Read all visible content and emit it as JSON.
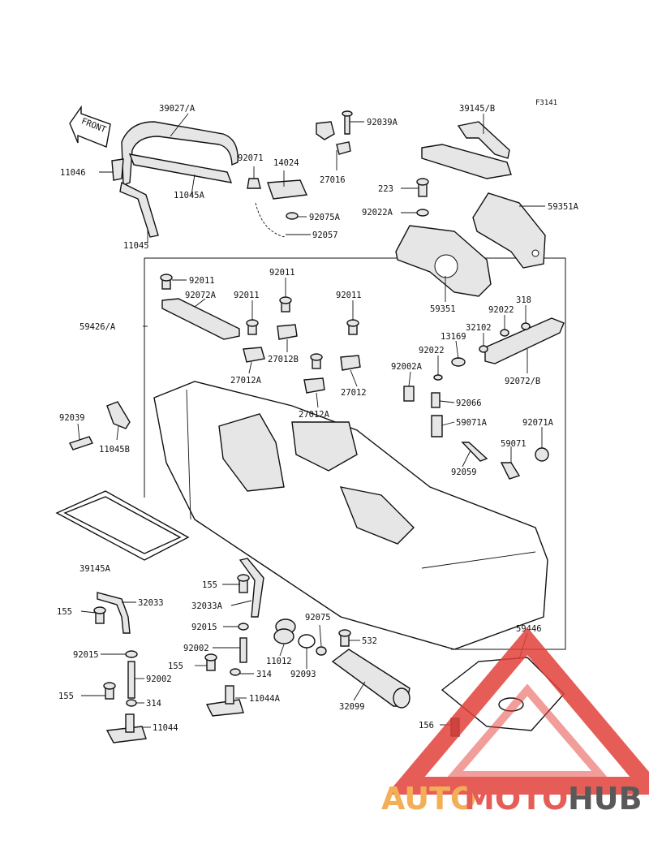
{
  "figure_code": "F3141",
  "front_label": "FRONT",
  "parts": [
    "39027/A",
    "11046",
    "11045A",
    "11045",
    "92071",
    "14024",
    "92075A",
    "92057",
    "27016",
    "92039A",
    "39145/B",
    "223",
    "92022A",
    "59351A",
    "59351",
    "92011",
    "92072A",
    "59426/A",
    "27012A",
    "27012B",
    "27012",
    "318",
    "92022",
    "32102",
    "13169",
    "92072/B",
    "92002A",
    "92066",
    "59071A",
    "92071A",
    "59071",
    "92059",
    "92039",
    "11045B",
    "39145A",
    "155",
    "32033",
    "32033A",
    "92015",
    "92002",
    "314",
    "11044",
    "11044A",
    "92075",
    "11012",
    "92093",
    "532",
    "32099",
    "59446",
    "156"
  ],
  "watermark": {
    "part1": "AUTO",
    "part2": "MOTO",
    "part3": "HUB"
  },
  "colors": {
    "line": "#111111",
    "shade": "#e6e6e6",
    "wm_orange": "#f2a23a",
    "wm_red": "#e2413b",
    "wm_gray": "#3d3d3d"
  }
}
